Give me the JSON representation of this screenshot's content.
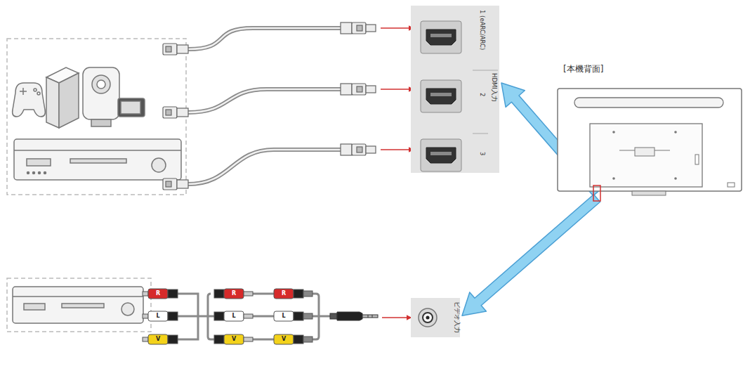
{
  "diagram": {
    "nodes": [
      {
        "text": [
          "1 (eARC/ARC)",
          "HDMI入力",
          "2",
          "3"
        ]
      },
      {
        "text": [
          "ビデオ入力"
        ]
      },
      {
        "text": [
          "[本機背面]"
        ]
      }
    ],
    "edges": [
      {
        "from": 2,
        "to": 0,
        "arrow": "to"
      },
      {
        "from": 2,
        "to": 1,
        "arrow": "to"
      }
    ],
    "labels": [
      "R",
      "L",
      "V",
      "R",
      "L",
      "V",
      "R",
      "L",
      "V"
    ]
  }
}
